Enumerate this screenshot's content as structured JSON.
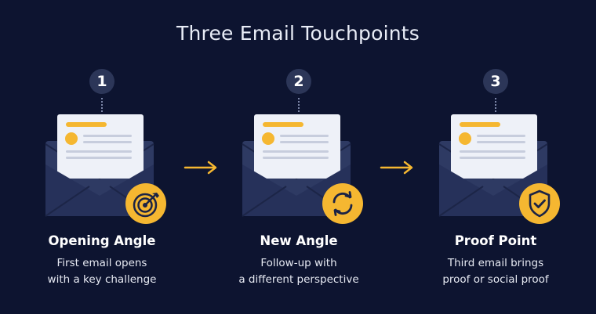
{
  "title": "Three Email Touchpoints",
  "colors": {
    "background": "#0d1430",
    "accent": "#f5b731",
    "envelope": "#2e3a63",
    "letter": "#eef1f8"
  },
  "steps": [
    {
      "number": "1",
      "title": "Opening Angle",
      "desc_line1": "First email opens",
      "desc_line2": "with a key challenge",
      "icon": "target-icon"
    },
    {
      "number": "2",
      "title": "New Angle",
      "desc_line1": "Follow-up with",
      "desc_line2": "a different perspective",
      "icon": "refresh-icon"
    },
    {
      "number": "3",
      "title": "Proof Point",
      "desc_line1": "Third email brings",
      "desc_line2": "proof or social proof",
      "icon": "shield-check-icon"
    }
  ]
}
